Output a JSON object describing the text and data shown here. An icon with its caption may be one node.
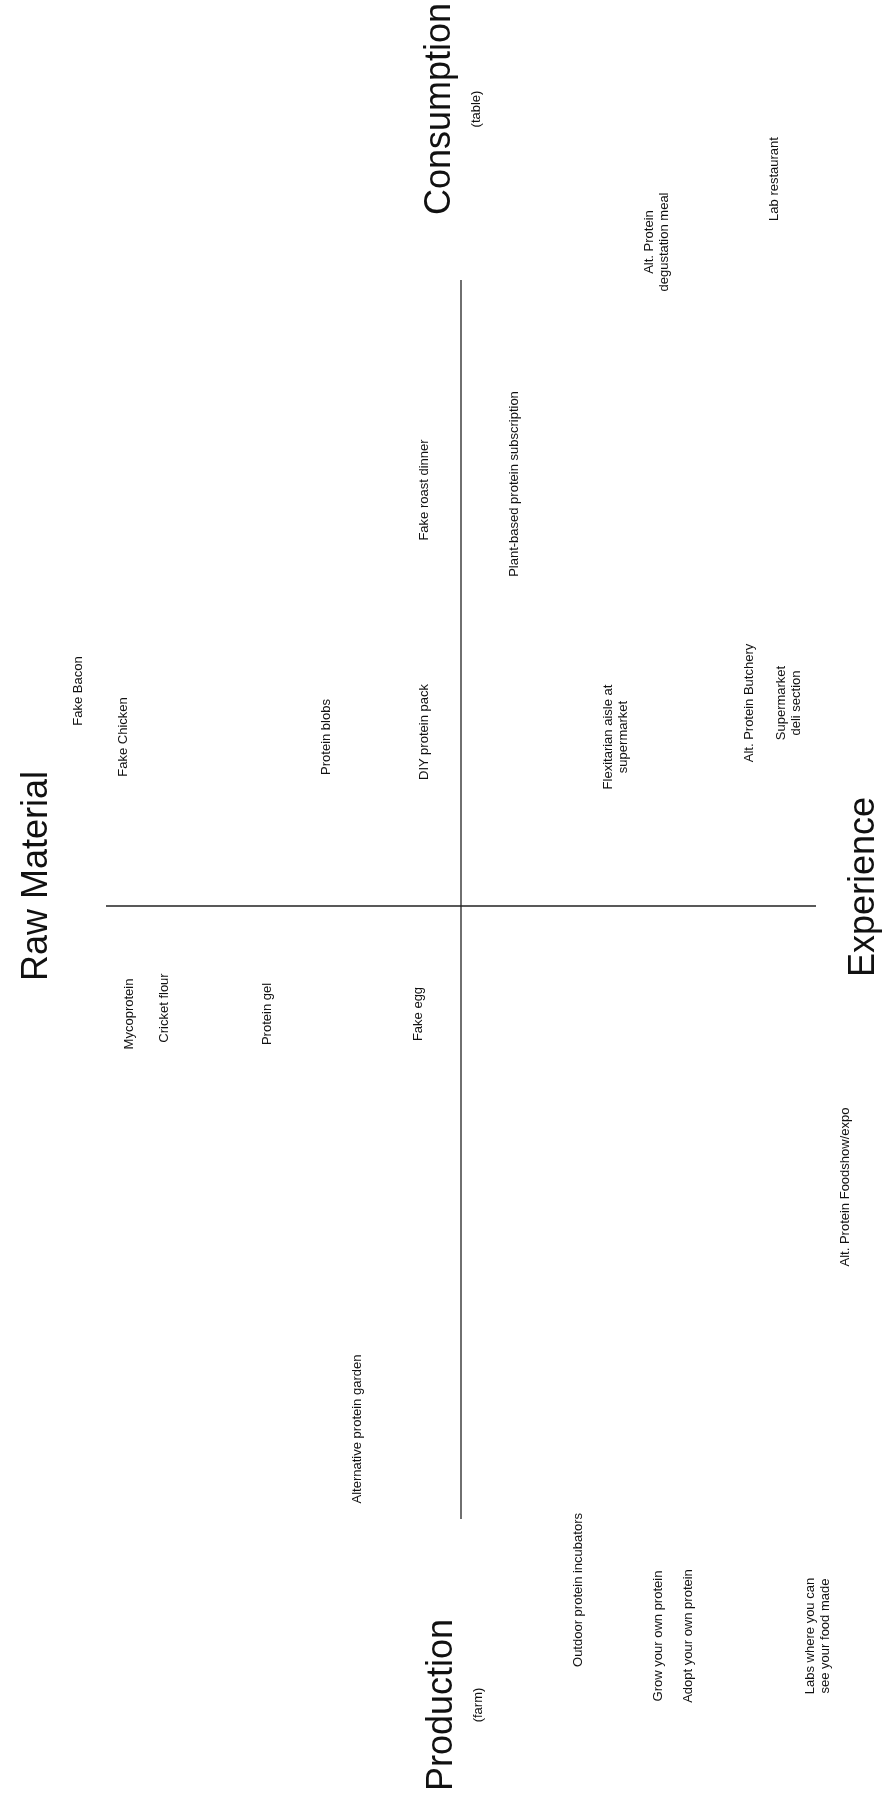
{
  "diagram": {
    "labels": [
      "Raw Material",
      "Consumption",
      "(table)",
      "Fake Bacon",
      "Fake Chicken",
      "Mycoprotein",
      "Cricket flour",
      "Protein blobs",
      "Protein gel",
      "Fake roast dinner",
      "DIY protein pack",
      "Fake egg",
      "Alternative protein garden",
      "Plant-based protein subscription",
      "Outdoor protein incubators",
      "Flexitarian aisle at supermarket",
      "Grow your own protein",
      "Adopt your own protein",
      "Alt. Protein degustation meal",
      "Lab restaurant",
      "Alt. Protein Butchery",
      "Supermarket deli section",
      "Alt. Protein Foodshow/expo",
      "Labs where you can see your food made",
      "Experience",
      "Production",
      "(farm)"
    ]
  }
}
